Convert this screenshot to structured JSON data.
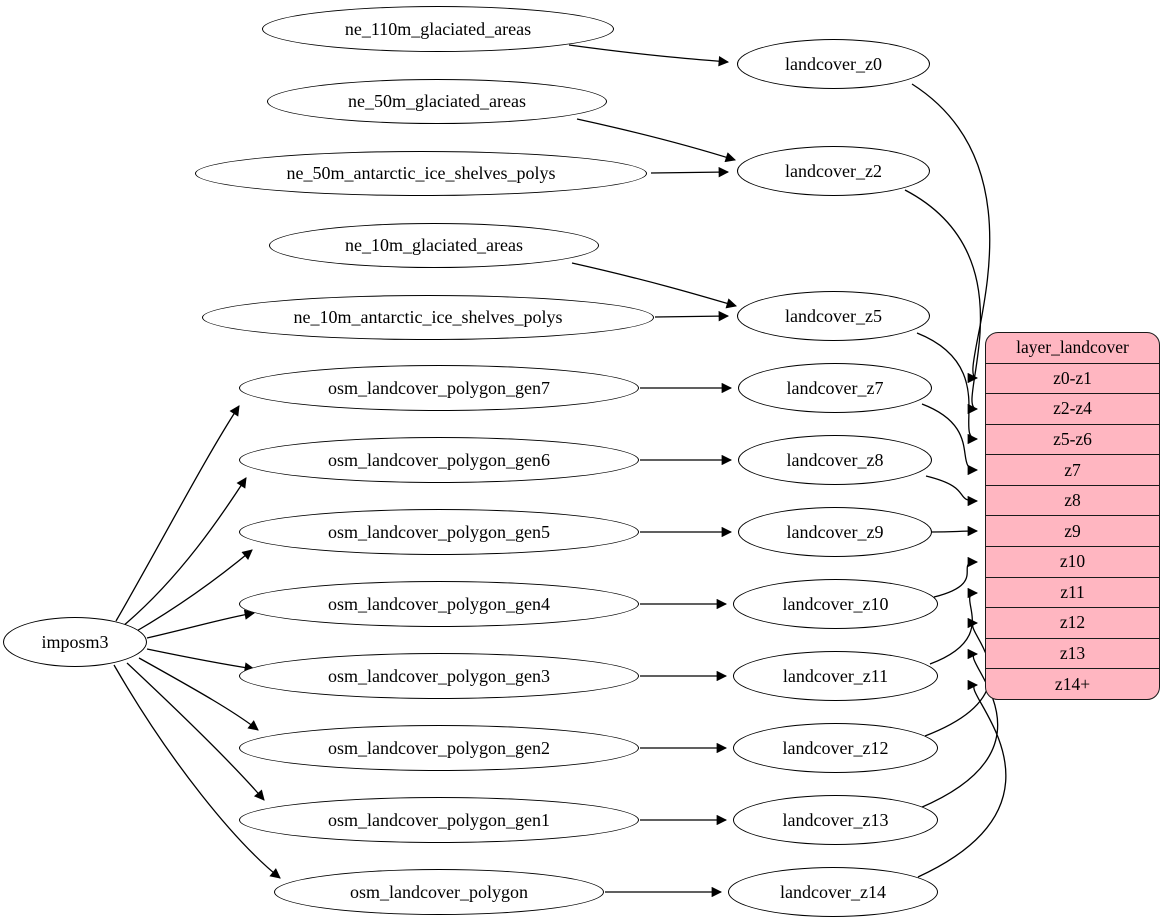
{
  "diagram": {
    "background": "#ffffff",
    "node_fill": "#ffffff",
    "edge_color": "#000000",
    "nodes": {
      "ne_110m_glaciated_areas": "ne_110m_glaciated_areas",
      "ne_50m_glaciated_areas": "ne_50m_glaciated_areas",
      "ne_50m_antarctic_ice_shelves_polys": "ne_50m_antarctic_ice_shelves_polys",
      "ne_10m_glaciated_areas": "ne_10m_glaciated_areas",
      "ne_10m_antarctic_ice_shelves_polys": "ne_10m_antarctic_ice_shelves_polys",
      "osm_landcover_polygon_gen7": "osm_landcover_polygon_gen7",
      "osm_landcover_polygon_gen6": "osm_landcover_polygon_gen6",
      "osm_landcover_polygon_gen5": "osm_landcover_polygon_gen5",
      "osm_landcover_polygon_gen4": "osm_landcover_polygon_gen4",
      "osm_landcover_polygon_gen3": "osm_landcover_polygon_gen3",
      "osm_landcover_polygon_gen2": "osm_landcover_polygon_gen2",
      "osm_landcover_polygon_gen1": "osm_landcover_polygon_gen1",
      "osm_landcover_polygon": "osm_landcover_polygon",
      "imposm3": "imposm3",
      "landcover_z0": "landcover_z0",
      "landcover_z2": "landcover_z2",
      "landcover_z5": "landcover_z5",
      "landcover_z7": "landcover_z7",
      "landcover_z8": "landcover_z8",
      "landcover_z9": "landcover_z9",
      "landcover_z10": "landcover_z10",
      "landcover_z11": "landcover_z11",
      "landcover_z12": "landcover_z12",
      "landcover_z13": "landcover_z13",
      "landcover_z14": "landcover_z14"
    },
    "table": {
      "title": "layer_landcover",
      "fill": "#ffb6c1",
      "rows": [
        "z0-z1",
        "z2-z4",
        "z5-z6",
        "z7",
        "z8",
        "z9",
        "z10",
        "z11",
        "z12",
        "z13",
        "z14+"
      ]
    },
    "edges": [
      [
        "ne_110m_glaciated_areas",
        "landcover_z0"
      ],
      [
        "ne_50m_glaciated_areas",
        "landcover_z2"
      ],
      [
        "ne_50m_antarctic_ice_shelves_polys",
        "landcover_z2"
      ],
      [
        "ne_10m_glaciated_areas",
        "landcover_z5"
      ],
      [
        "ne_10m_antarctic_ice_shelves_polys",
        "landcover_z5"
      ],
      [
        "osm_landcover_polygon_gen7",
        "landcover_z7"
      ],
      [
        "osm_landcover_polygon_gen6",
        "landcover_z8"
      ],
      [
        "osm_landcover_polygon_gen5",
        "landcover_z9"
      ],
      [
        "osm_landcover_polygon_gen4",
        "landcover_z10"
      ],
      [
        "osm_landcover_polygon_gen3",
        "landcover_z11"
      ],
      [
        "osm_landcover_polygon_gen2",
        "landcover_z12"
      ],
      [
        "osm_landcover_polygon_gen1",
        "landcover_z13"
      ],
      [
        "osm_landcover_polygon",
        "landcover_z14"
      ],
      [
        "imposm3",
        "osm_landcover_polygon_gen7"
      ],
      [
        "imposm3",
        "osm_landcover_polygon_gen6"
      ],
      [
        "imposm3",
        "osm_landcover_polygon_gen5"
      ],
      [
        "imposm3",
        "osm_landcover_polygon_gen4"
      ],
      [
        "imposm3",
        "osm_landcover_polygon_gen3"
      ],
      [
        "imposm3",
        "osm_landcover_polygon_gen2"
      ],
      [
        "imposm3",
        "osm_landcover_polygon_gen1"
      ],
      [
        "imposm3",
        "osm_landcover_polygon"
      ],
      [
        "landcover_z0",
        "layer_landcover:z0-z1"
      ],
      [
        "landcover_z2",
        "layer_landcover:z2-z4"
      ],
      [
        "landcover_z5",
        "layer_landcover:z5-z6"
      ],
      [
        "landcover_z7",
        "layer_landcover:z7"
      ],
      [
        "landcover_z8",
        "layer_landcover:z8"
      ],
      [
        "landcover_z9",
        "layer_landcover:z9"
      ],
      [
        "landcover_z10",
        "layer_landcover:z10"
      ],
      [
        "landcover_z11",
        "layer_landcover:z11"
      ],
      [
        "landcover_z12",
        "layer_landcover:z12"
      ],
      [
        "landcover_z13",
        "layer_landcover:z13"
      ],
      [
        "landcover_z14",
        "layer_landcover:z14+"
      ]
    ]
  }
}
